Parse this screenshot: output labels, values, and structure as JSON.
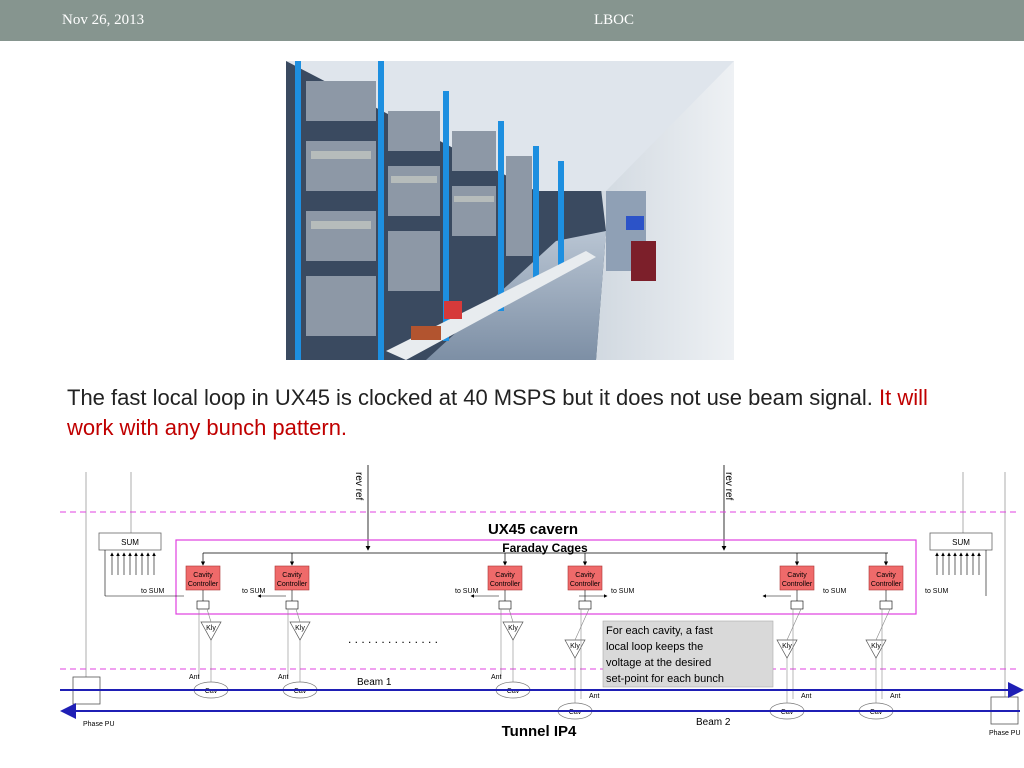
{
  "header": {
    "date": "Nov 26, 2013",
    "title": "LBOC"
  },
  "body": {
    "text": "The fast local loop in UX45 is clocked at 40 MSPS but it does not use beam signal.",
    "highlight": " It will work with any bunch pattern."
  },
  "diagram": {
    "rev_ref": "rev ref",
    "ux45_title": "UX45 cavern",
    "faraday_title": "Faraday Cages",
    "sum": "SUM",
    "cavity_controller": [
      "Cavity",
      "Controller"
    ],
    "to_sum": "to SUM",
    "kly": "Kly",
    "ant": "Ant",
    "cav": "Cav",
    "beam1": "Beam 1",
    "beam2": "Beam 2",
    "tunnel": "Tunnel IP4",
    "phase_pu": "Phase PU",
    "dots": ". . . . . . . . . . . . . .",
    "note": [
      "For each cavity, a fast",
      "local loop keeps the",
      "voltage at the desired",
      "set-point for each bunch"
    ]
  },
  "colors": {
    "header_bg": "#86958f",
    "controller_fill": "#ef6a6a",
    "faraday_border": "#e040e0",
    "beam_line": "#1f1fb5",
    "highlight_text": "#c00000"
  }
}
